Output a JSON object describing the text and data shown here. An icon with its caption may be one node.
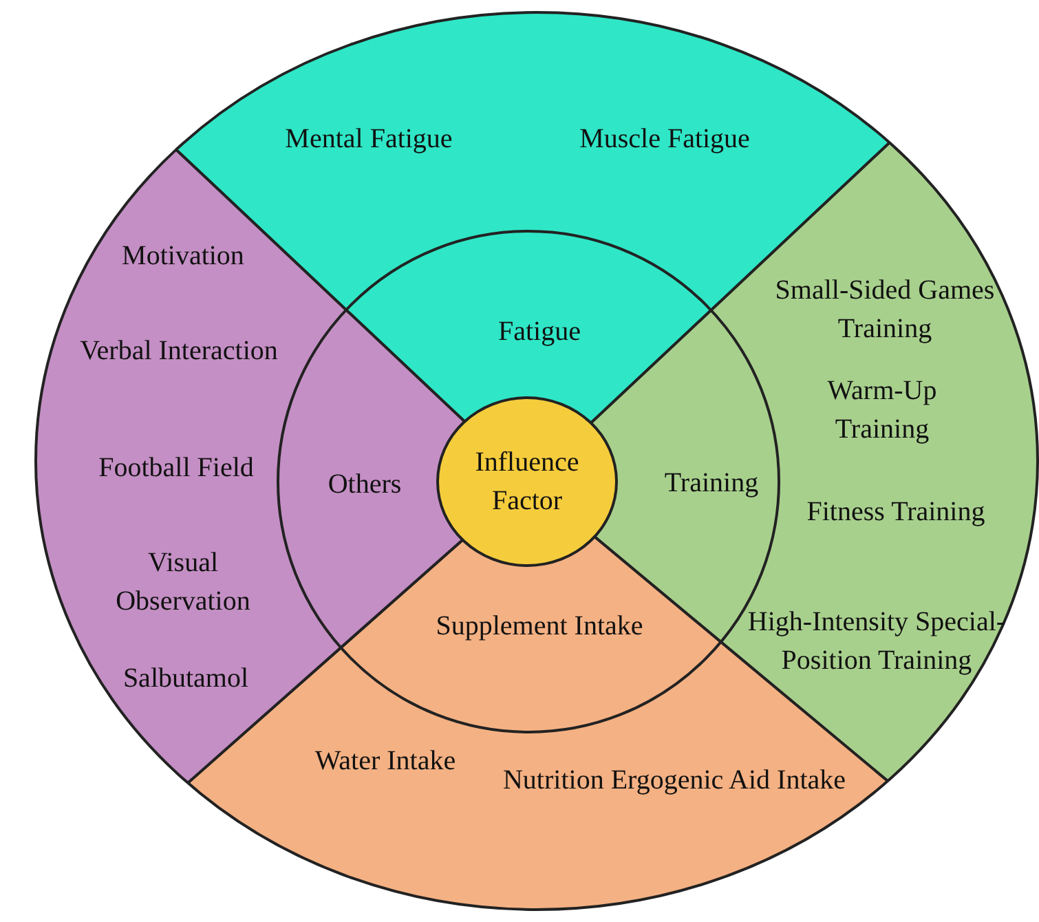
{
  "diagram": {
    "nodes": [
      {
        "text": [
          "Influence Factor"
        ]
      },
      {
        "text": [
          "Fatigue"
        ]
      },
      {
        "text": [
          "Mental Fatigue",
          "Muscle Fatigue"
        ]
      },
      {
        "text": [
          "Training"
        ]
      },
      {
        "text": [
          "Small-Sided Games Training",
          "Warm-Up Training",
          "Fitness Training",
          "High-Intensity Special-Position Training"
        ]
      },
      {
        "text": [
          "Supplement Intake"
        ]
      },
      {
        "text": [
          "Water Intake",
          "Nutrition Ergogenic Aid Intake"
        ]
      },
      {
        "text": [
          "Others"
        ]
      },
      {
        "text": [
          "Motivation",
          "Verbal Interaction",
          "Football Field",
          "Visual Observation",
          "Salbutamol"
        ]
      }
    ],
    "edges": []
  }
}
